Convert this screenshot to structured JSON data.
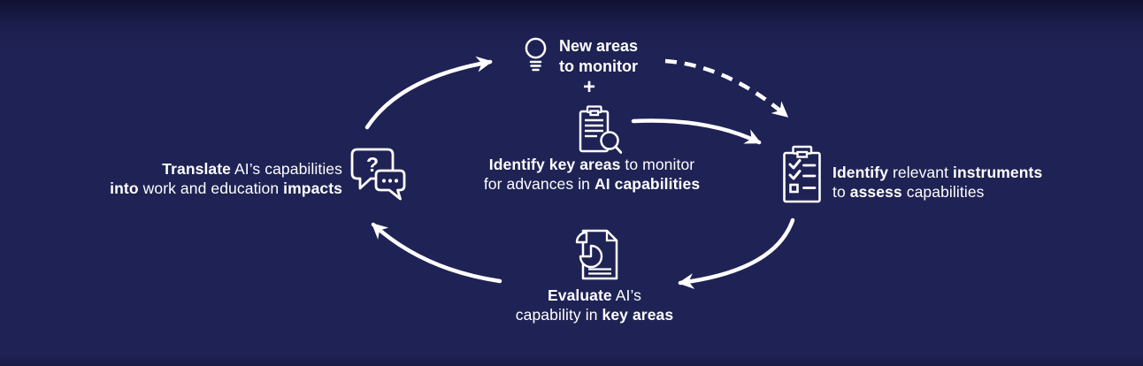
{
  "canvas": {
    "bg_main": "#1f2254",
    "bg_top_shade": "#111132",
    "stroke_color": "#ffffff",
    "text_color": "#ffffff"
  },
  "nodes": {
    "new_areas": {
      "line1": "New areas",
      "line2": "to monitor",
      "icon": "lightbulb-icon"
    },
    "plus_sign": "+",
    "identify_key_areas": {
      "icon": "clipboard-search-icon",
      "l1_bold": "Identify key areas",
      "l1_rest": " to monitor",
      "l2_rest": "for advances in ",
      "l2_bold": "AI capabilities"
    },
    "instruments": {
      "icon": "checklist-icon",
      "l1_bold1": "Identify",
      "l1_rest1": " relevant ",
      "l1_bold2": "instruments",
      "l2_rest1": "to ",
      "l2_bold1": "assess",
      "l2_rest2": " capabilities"
    },
    "evaluate": {
      "icon": "report-pie-icon",
      "l1_bold": "Evaluate",
      "l1_rest": " AI’s",
      "l2_rest": "capability in ",
      "l2_bold": "key areas"
    },
    "translate": {
      "icon": "chat-bubbles-icon",
      "l1_bold": "Translate",
      "l1_rest": " AI’s capabilities",
      "l2_bold1": "into",
      "l2_rest1": " work and education ",
      "l2_bold2": "impacts"
    },
    "question_mark": "?"
  }
}
